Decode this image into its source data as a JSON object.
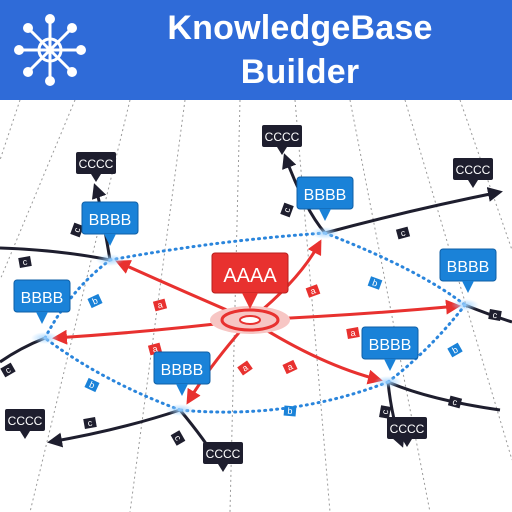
{
  "header": {
    "title_line1": "KnowledgeBase",
    "title_line2": "Builder",
    "logo_icon": "network-icon",
    "background": "#2f6bd8"
  },
  "graph": {
    "center_label": "AAAA",
    "mid_label": "BBBB",
    "outer_label": "CCCC",
    "edge_a": "a",
    "edge_b": "b",
    "edge_c": "c",
    "colors": {
      "center": "#e8312f",
      "mid": "#1a82d8",
      "outer": "#1e1e2e",
      "dotted": "#2a85dc"
    }
  }
}
